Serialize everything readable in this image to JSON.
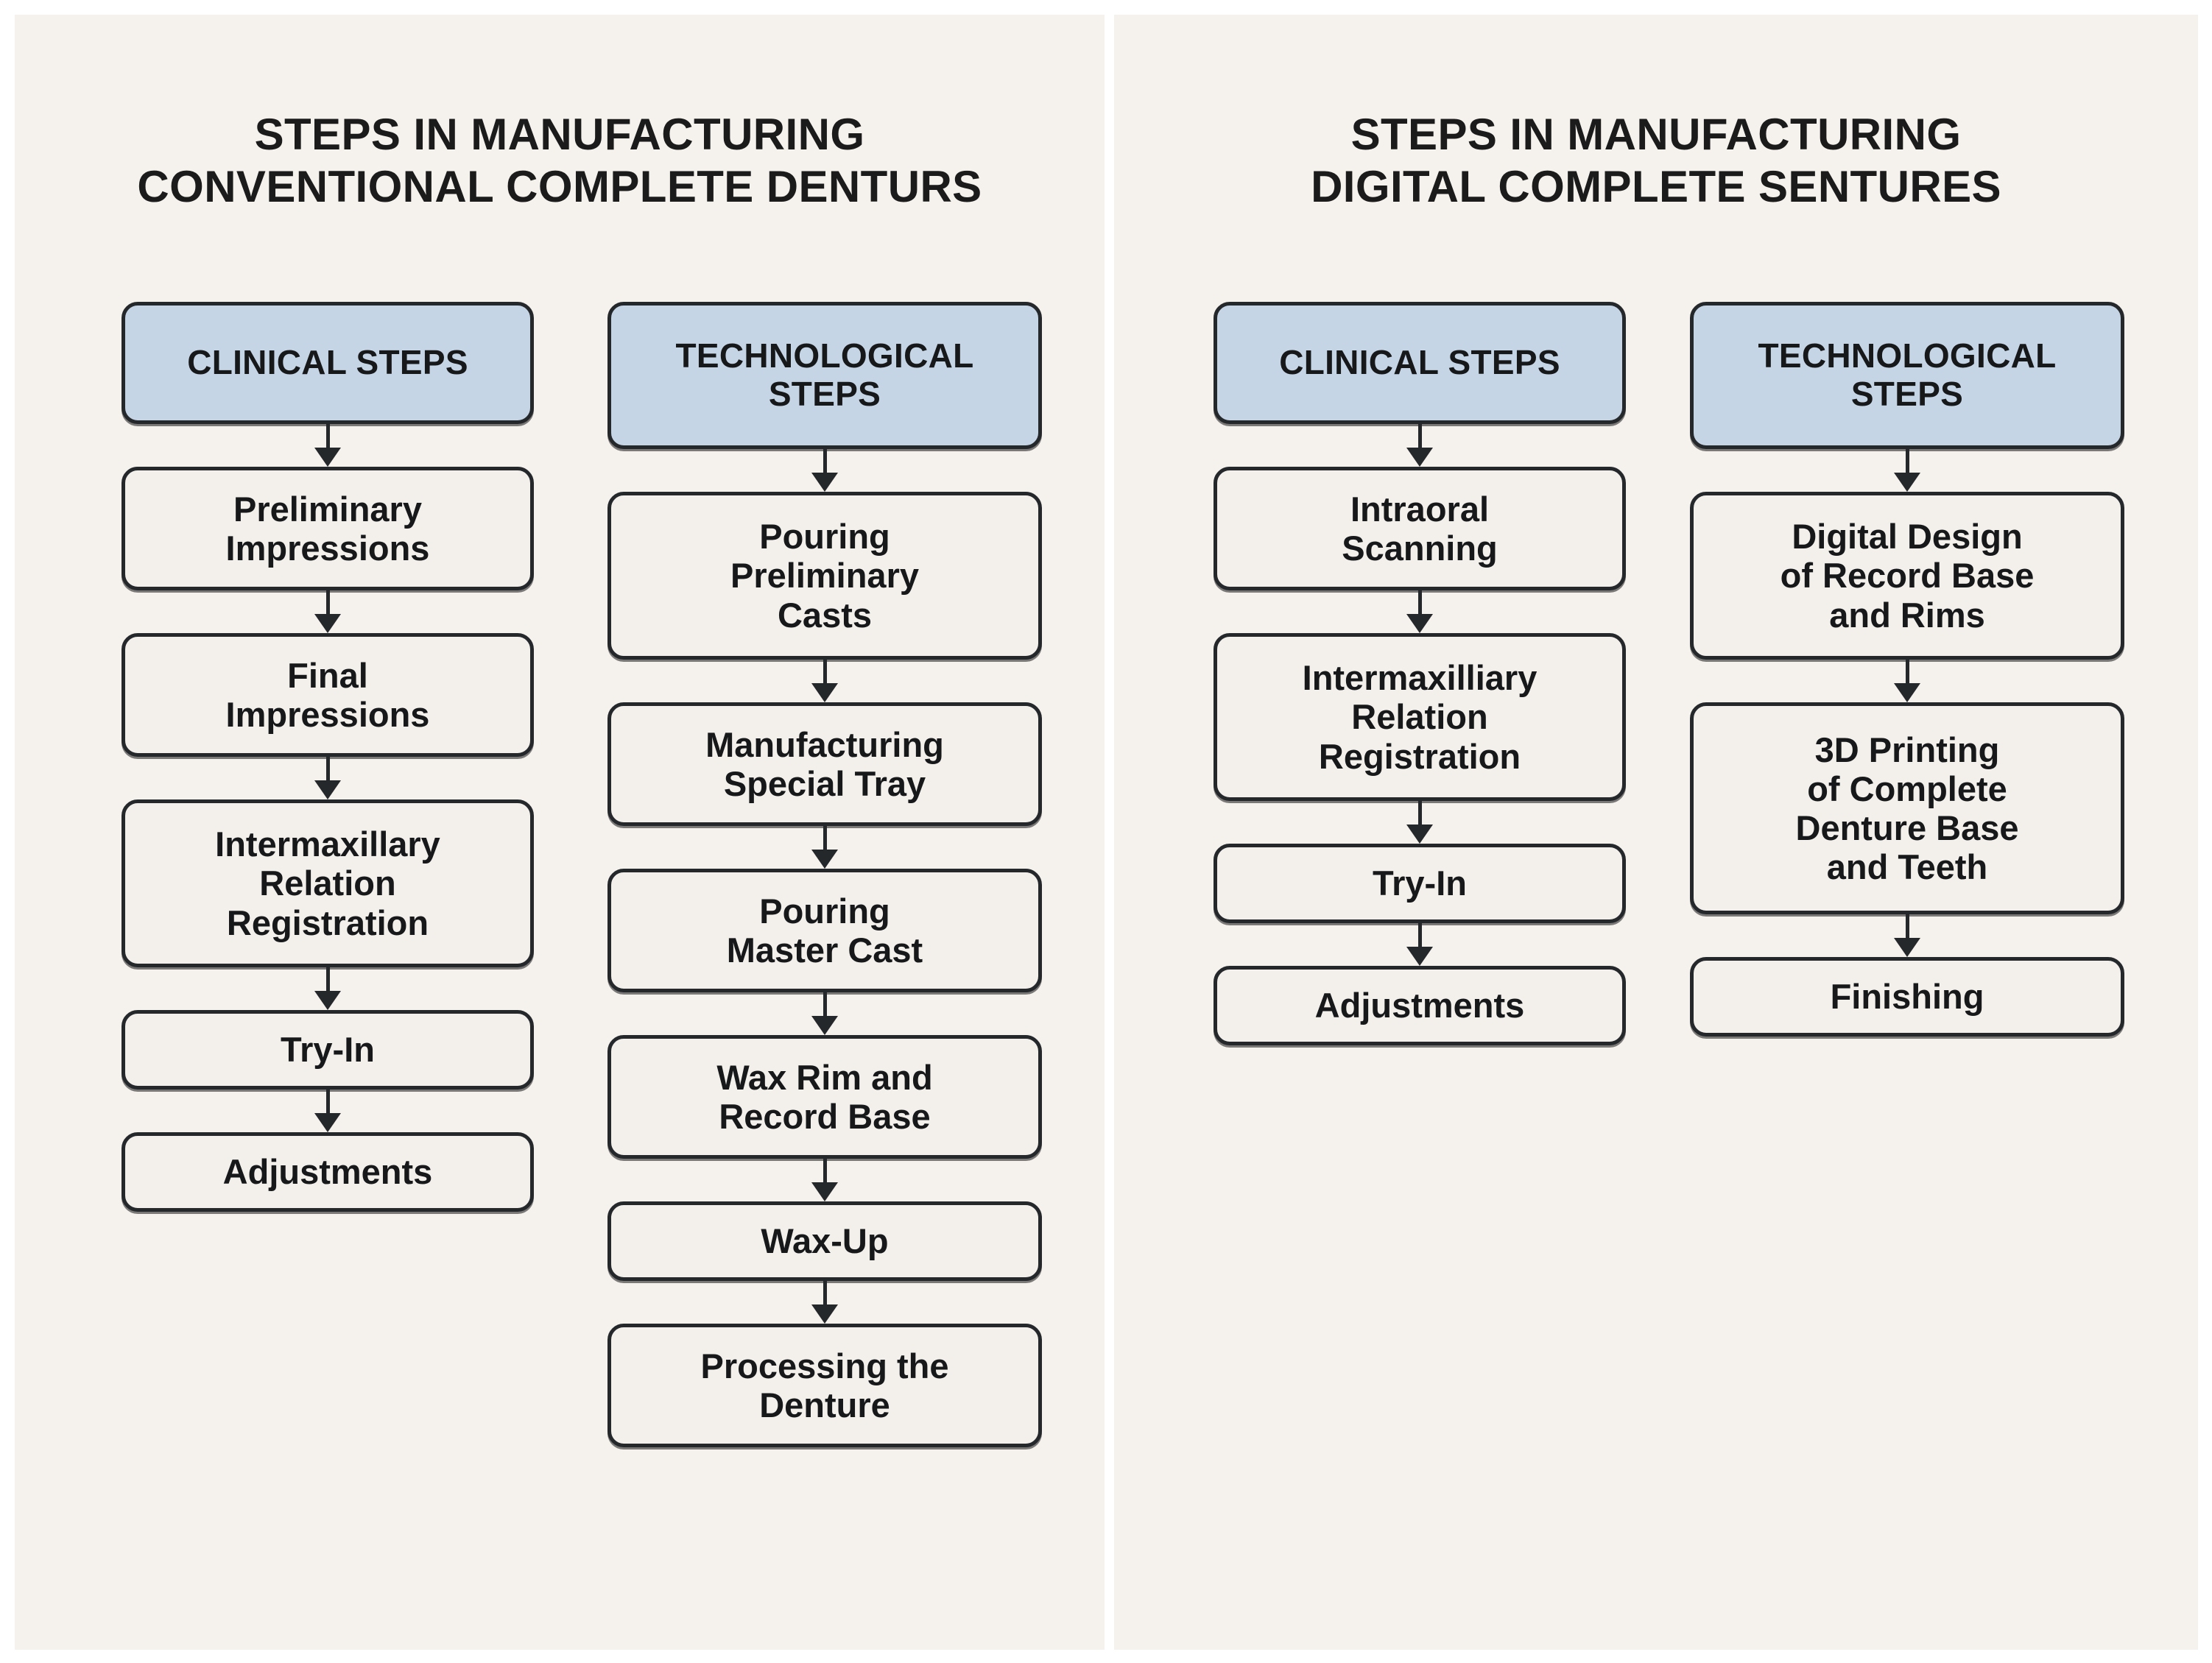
{
  "diagram": {
    "background_color": "#f5f1ec",
    "header_fill_color": "#c5d5e6",
    "node_fill_color": "#f3f0ec",
    "border_color": "#25282b"
  },
  "panels": [
    {
      "id": "conventional",
      "title": "STEPS IN MANUFACTURING\nCONVENTIONAL COMPLETE DENTURS",
      "columns": [
        {
          "id": "clinical",
          "header": "CLINICAL STEPS",
          "steps": [
            "Preliminary\nImpressions",
            "Final\nImpressions",
            "Intermaxillary\nRelation\nRegistration",
            "Try-In",
            "Adjustments"
          ]
        },
        {
          "id": "technological",
          "header": "TECHNOLOGICAL\nSTEPS",
          "steps": [
            "Pouring\nPreliminary\nCasts",
            "Manufacturing\nSpecial Tray",
            "Pouring\nMaster Cast",
            "Wax Rim and\nRecord Base",
            "Wax-Up",
            "Processing the\nDenture"
          ]
        }
      ]
    },
    {
      "id": "digital",
      "title": "STEPS IN MANUFACTURING\nDIGITAL COMPLETE SENTURES",
      "columns": [
        {
          "id": "clinical",
          "header": "CLINICAL STEPS",
          "steps": [
            "Intraoral\nScanning",
            "Intermaxilliary\nRelation\nRegistration",
            "Try-In",
            "Adjustments"
          ]
        },
        {
          "id": "technological",
          "header": "TECHNOLOGICAL\nSTEPS",
          "steps": [
            "Digital Design\nof Record Base\nand Rims",
            "3D Printing\nof Complete\nDenture Base\nand Teeth",
            "Finishing"
          ]
        }
      ]
    }
  ]
}
